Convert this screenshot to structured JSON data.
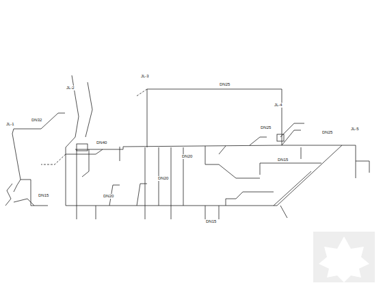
{
  "diagram": {
    "labels": [
      "JL-1",
      "JL-2",
      "JL-3",
      "JL-4",
      "JL-5",
      "DN32",
      "DN25",
      "DN25",
      "DN20",
      "DN20",
      "DN20",
      "DN15",
      "DN15",
      "DN15",
      "DN40",
      "DN25"
    ]
  }
}
